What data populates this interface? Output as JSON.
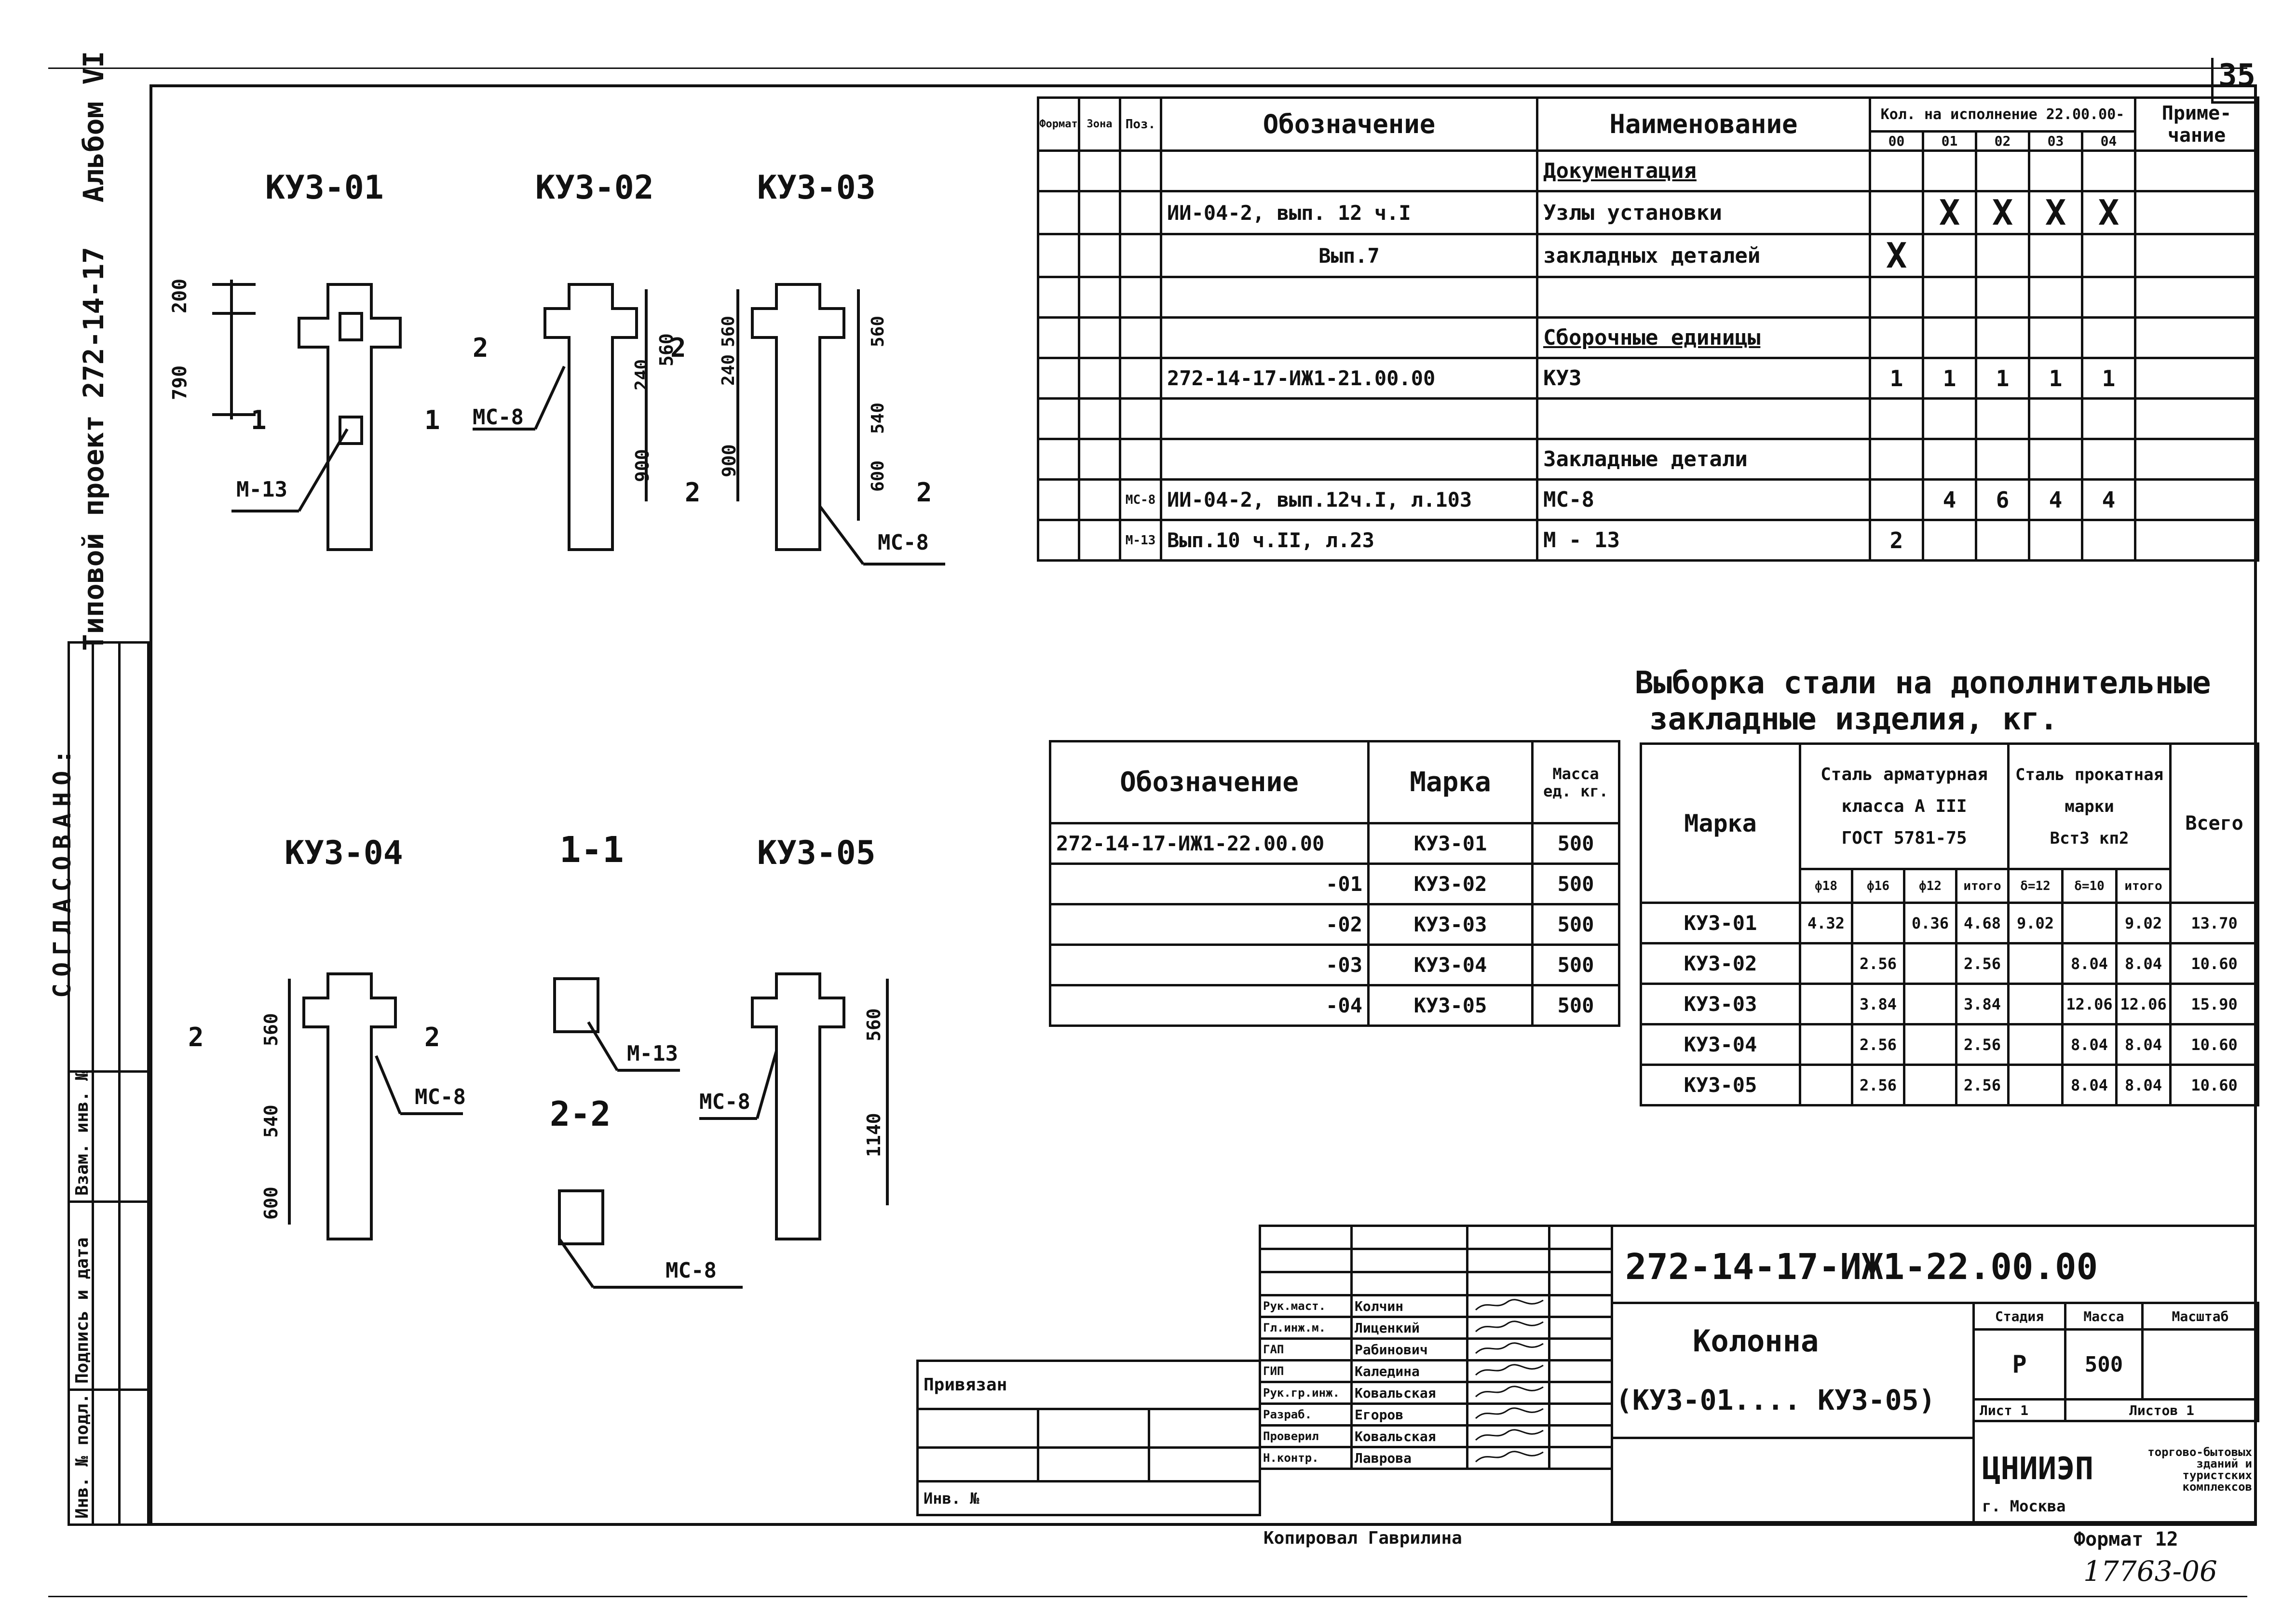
{
  "sheet": {
    "number": "35",
    "album_label": "Альбом VI",
    "project_label": "Типовой проект 272-14-17",
    "approved_label": "СОГЛАСОВАНО:"
  },
  "side_stamp": [
    "Инв. № подл.",
    "Подпись и дата",
    "Взам. инв. №"
  ],
  "drawings": [
    {
      "id": "ku3-01",
      "title": "КУЗ-01",
      "dims": [
        "200",
        "790"
      ],
      "section_marks": [
        "1",
        "1"
      ],
      "labels": [
        "М-13"
      ]
    },
    {
      "id": "ku3-02",
      "title": "КУЗ-02",
      "dims": [
        "560",
        "240",
        "900"
      ],
      "section_marks": [
        "2",
        "2",
        "2"
      ],
      "labels": [
        "МС-8"
      ]
    },
    {
      "id": "ku3-03",
      "title": "КУЗ-03",
      "dims": [
        "240",
        "560",
        "900",
        "560",
        "540",
        "600"
      ],
      "section_marks": [
        "2"
      ],
      "labels": [
        "МС-8"
      ]
    },
    {
      "id": "ku3-04",
      "title": "КУЗ-04",
      "dims": [
        "560",
        "540",
        "600"
      ],
      "section_marks": [
        "2",
        "2"
      ],
      "labels": [
        "МС-8"
      ]
    },
    {
      "id": "section",
      "title": "1-1",
      "subtitle": "2-2",
      "labels": [
        "М-13",
        "МС-8",
        "МС-8"
      ]
    },
    {
      "id": "ku3-05",
      "title": "КУЗ-05",
      "dims": [
        "560",
        "1140"
      ],
      "labels": []
    }
  ],
  "spec_table": {
    "headers": {
      "format": "Формат",
      "zone": "Зона",
      "pos": "Поз.",
      "designation": "Обозначение",
      "name": "Наименование",
      "qty_group": "Кол. на исполнение 22.00.00-",
      "qty_cols": [
        "00",
        "01",
        "02",
        "03",
        "04"
      ],
      "note": "Приме-чание"
    },
    "rows": [
      {
        "pos": "",
        "designation": "",
        "name": "Документация",
        "qty": [
          "",
          "",
          "",
          "",
          ""
        ]
      },
      {
        "pos": "",
        "designation": "ИИ-04-2, вып. 12 ч.I",
        "name": "Узлы установки",
        "qty": [
          "",
          "X",
          "X",
          "X",
          "X"
        ]
      },
      {
        "pos": "",
        "designation": "Вып.7",
        "name": "закладных деталей",
        "qty": [
          "X",
          "",
          "",
          "",
          ""
        ]
      },
      {
        "pos": "",
        "designation": "",
        "name": "",
        "qty": [
          "",
          "",
          "",
          "",
          ""
        ]
      },
      {
        "pos": "",
        "designation": "",
        "name": "Сборочные единицы",
        "qty": [
          "",
          "",
          "",
          "",
          ""
        ]
      },
      {
        "pos": "",
        "designation": "272-14-17-ИЖ1-21.00.00",
        "name": "КУЗ",
        "qty": [
          "1",
          "1",
          "1",
          "1",
          "1"
        ]
      },
      {
        "pos": "",
        "designation": "",
        "name": "",
        "qty": [
          "",
          "",
          "",
          "",
          ""
        ]
      },
      {
        "pos": "",
        "designation": "",
        "name": "Закладные детали",
        "qty": [
          "",
          "",
          "",
          "",
          ""
        ]
      },
      {
        "pos": "МС-8",
        "designation": "ИИ-04-2, вып.12ч.I, л.103",
        "name": "МС-8",
        "qty": [
          "",
          "4",
          "6",
          "4",
          "4"
        ]
      },
      {
        "pos": "М-13",
        "designation": "Вып.10 ч.II, л.23",
        "name": "М - 13",
        "qty": [
          "2",
          "",
          "",
          "",
          ""
        ]
      }
    ]
  },
  "marks_table": {
    "headers": [
      "Обозначение",
      "Марка",
      "Масса ед. кг."
    ],
    "rows": [
      [
        "272-14-17-ИЖ1-22.00.00",
        "КУЗ-01",
        "500"
      ],
      [
        "-01",
        "КУЗ-02",
        "500"
      ],
      [
        "-02",
        "КУЗ-03",
        "500"
      ],
      [
        "-03",
        "КУЗ-04",
        "500"
      ],
      [
        "-04",
        "КУЗ-05",
        "500"
      ]
    ]
  },
  "steel": {
    "title_line1": "Выборка стали на дополнительные",
    "title_line2": "закладные изделия, кг.",
    "h_mark": "Марка",
    "h_rebar": [
      "Сталь арматурная",
      "класса А III",
      "ГОСТ 5781-75"
    ],
    "h_rolled": [
      "Сталь прокатная",
      "марки",
      "Вст3 кп2"
    ],
    "h_total": "Всего",
    "sub": [
      "ф18",
      "ф16",
      "ф12",
      "итого",
      "δ=12",
      "δ=10",
      "итого"
    ],
    "rows": [
      [
        "КУЗ-01",
        "4.32",
        "",
        "0.36",
        "4.68",
        "9.02",
        "",
        "9.02",
        "13.70"
      ],
      [
        "КУЗ-02",
        "",
        "2.56",
        "",
        "2.56",
        "",
        "8.04",
        "8.04",
        "10.60"
      ],
      [
        "КУЗ-03",
        "",
        "3.84",
        "",
        "3.84",
        "",
        "12.06",
        "12.06",
        "15.90"
      ],
      [
        "КУЗ-04",
        "",
        "2.56",
        "",
        "2.56",
        "",
        "8.04",
        "8.04",
        "10.60"
      ],
      [
        "КУЗ-05",
        "",
        "2.56",
        "",
        "2.56",
        "",
        "8.04",
        "8.04",
        "10.60"
      ]
    ]
  },
  "title_block": {
    "code": "272-14-17-ИЖ1-22.00.00",
    "name_line1": "Колонна",
    "name_line2": "(КУЗ-01.... КУЗ-05)",
    "stage_h": "Стадия",
    "mass_h": "Масса",
    "scale_h": "Масштаб",
    "stage": "Р",
    "mass": "500",
    "scale": "",
    "sheet_label": "Лист 1",
    "sheets_label": "Листов 1",
    "org": "ЦНИИЭП",
    "org_desc": "торгово-бытовых зданий и туристских комплексов",
    "city": "г. Москва",
    "people": [
      [
        "Рук.маст.",
        "Колчин"
      ],
      [
        "Гл.инж.м.",
        "Лиценкий"
      ],
      [
        "ГАП",
        "Рабинович"
      ],
      [
        "ГИП",
        "Каледина"
      ],
      [
        "Рук.гр.инж.",
        "Ковальская"
      ],
      [
        "Разраб.",
        "Егоров"
      ],
      [
        "Проверил",
        "Ковальская"
      ],
      [
        "Н.контр.",
        "Лаврова"
      ]
    ],
    "tied_label": "Привязан",
    "inv_label": "Инв. №",
    "copied": "Копировал Гаврилина",
    "format": "Формат 12",
    "stamp_number": "17763-06"
  }
}
